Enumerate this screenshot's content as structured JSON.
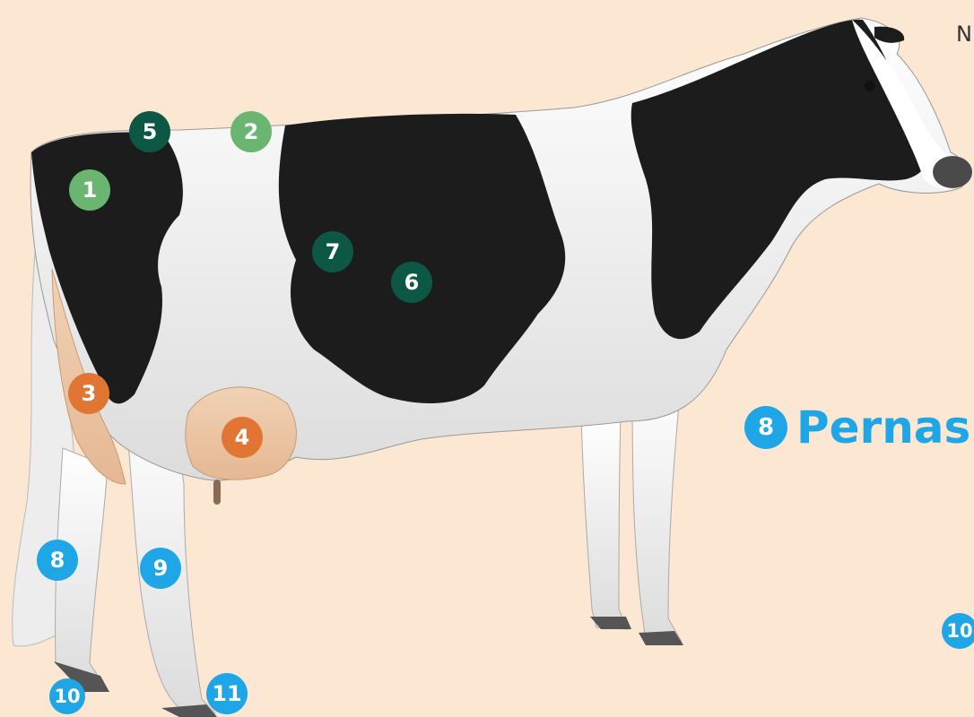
{
  "legend": {
    "title_number": "8",
    "title": "Pernas"
  },
  "corner_text": "N",
  "colors": {
    "light_green": "#6ab56f",
    "dark_green": "#0d5845",
    "orange": "#e17634",
    "blue": "#1ea6e6",
    "background": "#fce7d2"
  },
  "badges": [
    {
      "label": "5",
      "color": "dark_green"
    },
    {
      "label": "2",
      "color": "light_green"
    },
    {
      "label": "1",
      "color": "light_green"
    },
    {
      "label": "7",
      "color": "dark_green"
    },
    {
      "label": "6",
      "color": "dark_green"
    },
    {
      "label": "3",
      "color": "orange"
    },
    {
      "label": "4",
      "color": "orange"
    },
    {
      "label": "8",
      "color": "blue"
    },
    {
      "label": "9",
      "color": "blue"
    },
    {
      "label": "10",
      "color": "blue"
    },
    {
      "label": "11",
      "color": "blue"
    },
    {
      "label": "10",
      "color": "blue"
    }
  ]
}
